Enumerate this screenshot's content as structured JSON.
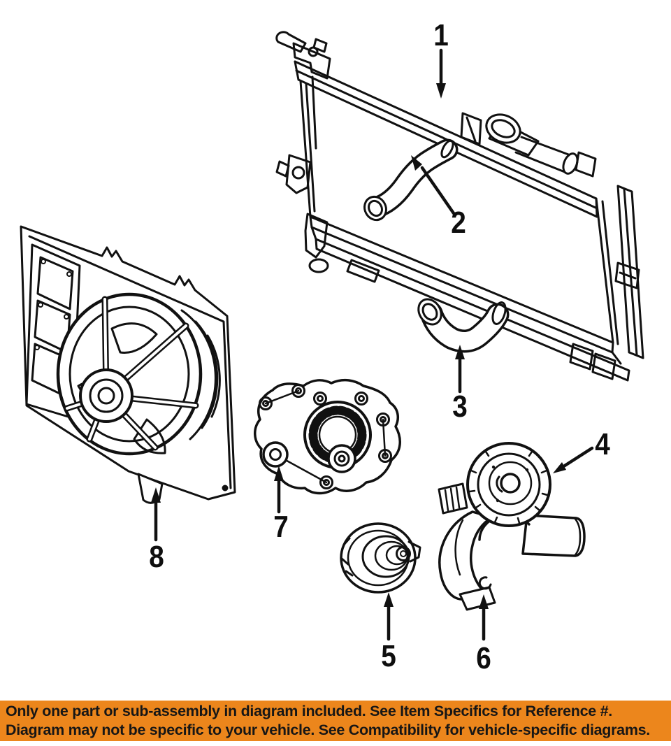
{
  "page": {
    "background_color": "#ffffff",
    "line_color": "#111111"
  },
  "diagram": {
    "callouts": [
      {
        "number": "1"
      },
      {
        "number": "2"
      },
      {
        "number": "3"
      },
      {
        "number": "4"
      },
      {
        "number": "5"
      },
      {
        "number": "6"
      },
      {
        "number": "7"
      },
      {
        "number": "8"
      }
    ]
  },
  "banner": {
    "line1": "Only one part or sub-assembly in diagram included. See Item Specifics for Reference #.",
    "line2": "Diagram may not be specific to your vehicle. See Compatibility for vehicle-specific diagrams.",
    "background_color": "#EC861C",
    "text_color": "#161616"
  }
}
